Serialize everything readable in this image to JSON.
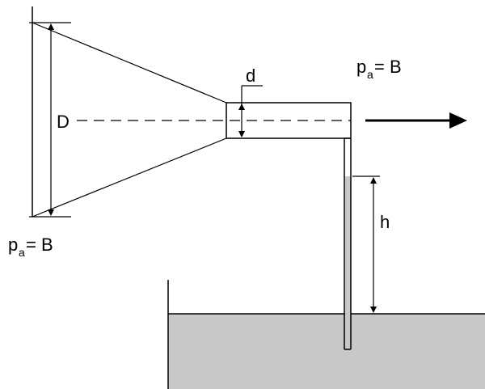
{
  "labels": {
    "D": "D",
    "d": "d",
    "h": "h",
    "pa_right": {
      "p": "p",
      "sub": "a",
      "rest": "= B"
    },
    "pa_left": {
      "p": "p",
      "sub": "a",
      "rest": "= B"
    }
  },
  "colors": {
    "liquid": "#c8c8c8",
    "line": "#000000",
    "background": "#ffffff"
  }
}
